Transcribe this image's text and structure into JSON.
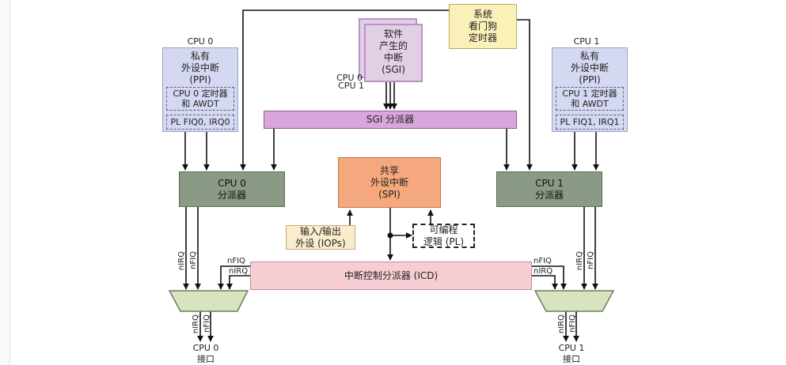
{
  "watchdog": {
    "line1": "系统",
    "line2": "看门狗",
    "line3": "定时器"
  },
  "sgi": {
    "line1": "软件",
    "line2": "产生的",
    "line3": "中断",
    "line4": "(SGI)",
    "cpu0": "CPU 0",
    "cpu1": "CPU 1"
  },
  "sgi_distributor": "SGI 分派器",
  "cpu0": {
    "header": "CPU 0",
    "ppi_line1": "私有",
    "ppi_line2": "外设中断",
    "ppi_line3": "(PPI)",
    "timer_line1": "CPU 0 定时器",
    "timer_line2": "和 AWDT",
    "pl_irq": "PL FIQ0, IRQ0",
    "dist_line1": "CPU 0",
    "dist_line2": "分派器",
    "iface_line1": "CPU 0",
    "iface_line2": "接口"
  },
  "cpu1": {
    "header": "CPU 1",
    "ppi_line1": "私有",
    "ppi_line2": "外设中断",
    "ppi_line3": "(PPI)",
    "timer_line1": "CPU 1 定时器",
    "timer_line2": "和 AWDT",
    "pl_irq": "PL FIQ1, IRQ1",
    "dist_line1": "CPU 1",
    "dist_line2": "分派器",
    "iface_line1": "CPU 1",
    "iface_line2": "接口"
  },
  "spi": {
    "line1": "共享",
    "line2": "外设中断",
    "line3": "(SPI)"
  },
  "iops": {
    "line1": "输入/输出",
    "line2": "外设 (IOPs)"
  },
  "pl": {
    "line1": "可编程",
    "line2": "逻辑 (PL)"
  },
  "icd": "中断控制分派器 (ICD)",
  "signals": {
    "nirq": "nIRQ",
    "nfiq": "nFIQ"
  },
  "colors": {
    "ppi": "#d4d8f0",
    "sgi": "#e2cfe6",
    "sgi_bar": "#d9a6dc",
    "distributor": "#8a9a84",
    "spi": "#f5a77d",
    "watchdog": "#fbf1b8",
    "iops": "#fbeccc",
    "icd": "#f6cdd2",
    "interface": "#d8e4c0"
  }
}
